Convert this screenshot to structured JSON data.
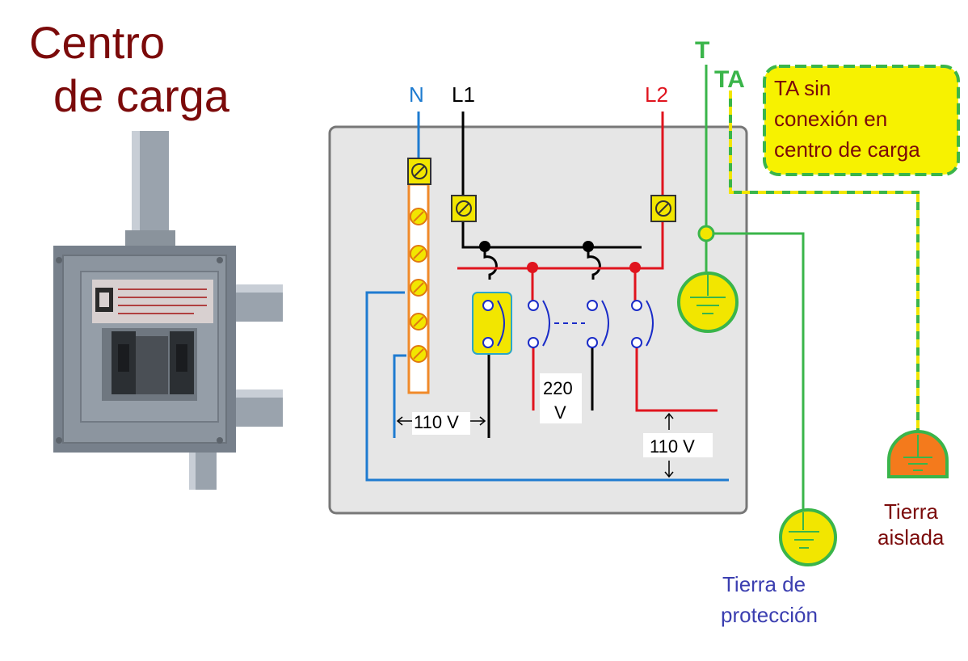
{
  "title": {
    "line1": "Centro",
    "line2": "de carga"
  },
  "terminals": {
    "neutral": "N",
    "line1": "L1",
    "line2": "L2",
    "ground": "T",
    "isolated_ground": "TA"
  },
  "note": {
    "line1": "TA sin",
    "line2": "conexión en",
    "line3": "centro de carga"
  },
  "voltages": {
    "v220_line1": "220",
    "v220_line2": "V",
    "v110_left": "110 V",
    "v110_right": "110 V"
  },
  "grounds": {
    "protection_line1": "Tierra de",
    "protection_line2": "protección",
    "isolated_line1": "Tierra",
    "isolated_line2": "aislada"
  },
  "colors": {
    "title": "#7b0a0a",
    "neutral": "#1e7bd0",
    "line1": "#000000",
    "line2": "#e0141e",
    "ground": "#3ab54a",
    "isolated_ground_stripe": "#f2e600",
    "note_bg": "#f7f200",
    "box": "#e6e6e6",
    "isolated_ground_fill": "#f47a1c",
    "protection_label": "#3b3eb0"
  },
  "photo": {
    "icon": "load-center-photo"
  }
}
